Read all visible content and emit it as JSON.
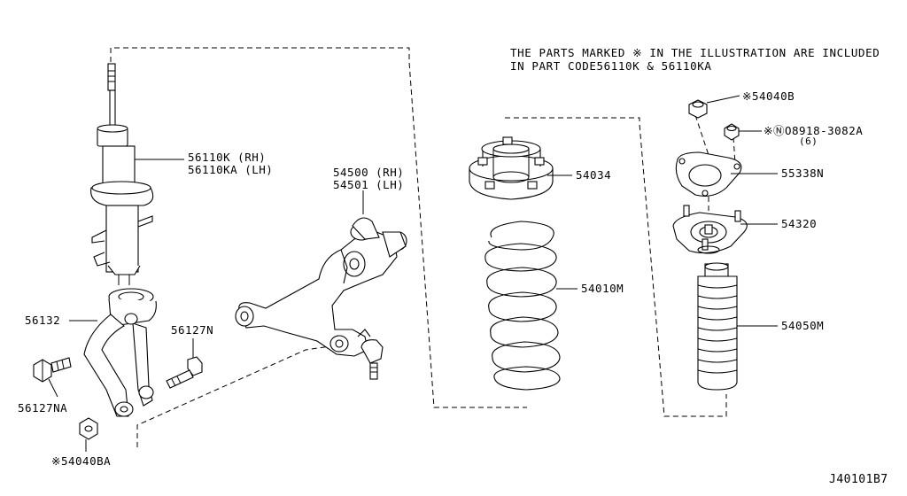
{
  "note": {
    "line1": "THE PARTS MARKED ※ IN THE ILLUSTRATION ARE INCLUDED",
    "line2": "IN PART CODE56110K & 56110KA"
  },
  "labels": {
    "strut_rh": "56110K (RH)",
    "strut_lh": "56110KA (LH)",
    "arm_rh": "54500 (RH)",
    "arm_lh": "54501 (LH)",
    "seat": "54034",
    "spring": "54010M",
    "nut_top": "※54040B",
    "bolt_top": "※ⓃO8918-3082A",
    "bolt_qty": "(6)",
    "plate": "55338N",
    "mount": "54320",
    "boot": "54050M",
    "fork": "56132",
    "bolt_n": "56127N",
    "bolt_na": "56127NA",
    "nut_bottom": "※54040BA",
    "diagram_code": "J40101B7"
  }
}
